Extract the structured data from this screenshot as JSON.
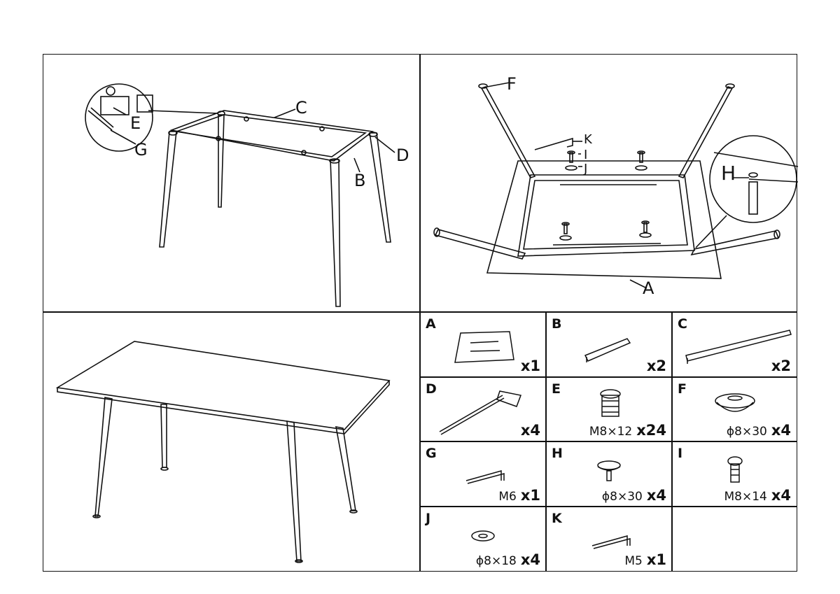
{
  "assembly_labels": {
    "step1": [
      "C",
      "E",
      "G",
      "B",
      "D"
    ],
    "step2": [
      "F",
      "K",
      "I",
      "J",
      "H",
      "A"
    ]
  },
  "parts": [
    {
      "letter": "A",
      "size": "",
      "qty": "x1",
      "icon": "tabletop-icon"
    },
    {
      "letter": "B",
      "size": "",
      "qty": "x2",
      "icon": "short-rail-icon"
    },
    {
      "letter": "C",
      "size": "",
      "qty": "x2",
      "icon": "long-rail-icon"
    },
    {
      "letter": "D",
      "size": "",
      "qty": "x4",
      "icon": "table-leg-icon"
    },
    {
      "letter": "E",
      "size": "M8×12",
      "qty": "x24",
      "icon": "threaded-insert-icon"
    },
    {
      "letter": "F",
      "size": "ϕ8×30",
      "qty": "x4",
      "icon": "foot-glide-icon"
    },
    {
      "letter": "G",
      "size": "M6",
      "qty": "x1",
      "icon": "allen-key-icon"
    },
    {
      "letter": "H",
      "size": "ϕ8×30",
      "qty": "x4",
      "icon": "leveler-icon"
    },
    {
      "letter": "I",
      "size": "M8×14",
      "qty": "x4",
      "icon": "bolt-icon"
    },
    {
      "letter": "J",
      "size": "ϕ8×18",
      "qty": "x4",
      "icon": "washer-icon"
    },
    {
      "letter": "K",
      "size": "M5",
      "qty": "x1",
      "icon": "allen-key-icon"
    },
    {
      "letter": "",
      "size": "",
      "qty": "",
      "icon": ""
    }
  ]
}
